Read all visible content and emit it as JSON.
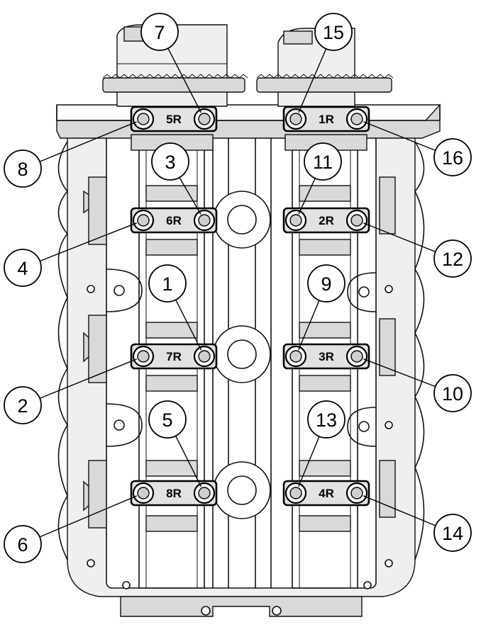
{
  "caps": [
    {
      "id": "cap-5r",
      "label": "5R",
      "bolts": [
        "7",
        "8"
      ]
    },
    {
      "id": "cap-1r",
      "label": "1R",
      "bolts": [
        "15",
        "16"
      ]
    },
    {
      "id": "cap-6r",
      "label": "6R",
      "bolts": [
        "3",
        "4"
      ]
    },
    {
      "id": "cap-2r",
      "label": "2R",
      "bolts": [
        "11",
        "12"
      ]
    },
    {
      "id": "cap-7r",
      "label": "7R",
      "bolts": [
        "1",
        "2"
      ]
    },
    {
      "id": "cap-3r",
      "label": "3R",
      "bolts": [
        "9",
        "10"
      ]
    },
    {
      "id": "cap-8r",
      "label": "8R",
      "bolts": [
        "5",
        "6"
      ]
    },
    {
      "id": "cap-4r",
      "label": "4R",
      "bolts": [
        "13",
        "14"
      ]
    }
  ],
  "callouts": [
    "1",
    "2",
    "3",
    "4",
    "5",
    "6",
    "7",
    "8",
    "9",
    "10",
    "11",
    "12",
    "13",
    "14",
    "15",
    "16"
  ]
}
